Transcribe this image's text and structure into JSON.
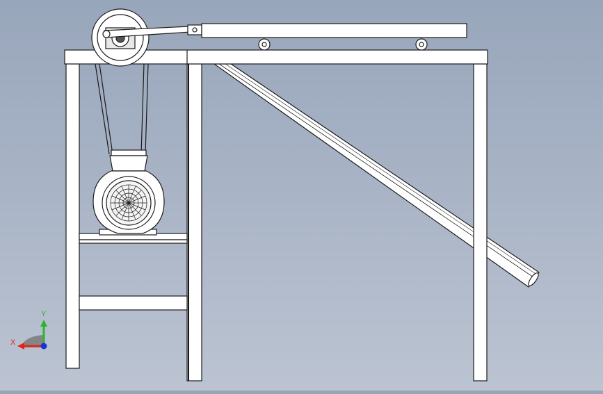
{
  "viewport": {
    "view": "Front view",
    "background_top": "#98a6bb",
    "background_bottom": "#bcc4d2"
  },
  "model": {
    "part_fill": "#ffffff",
    "edge_color": "#1a1a1a",
    "components": [
      "table-frame",
      "motor",
      "v-belt",
      "pulley",
      "crank-arm",
      "slider-bar",
      "guide-rollers",
      "inclined-chute",
      "motor-shelf"
    ]
  },
  "triad": {
    "x_label": "X",
    "y_label": "Y",
    "x_color": "#e0261b",
    "y_color": "#2bb52b",
    "z_color": "#1c2fd8",
    "plane_color": "#7a7a7a"
  }
}
